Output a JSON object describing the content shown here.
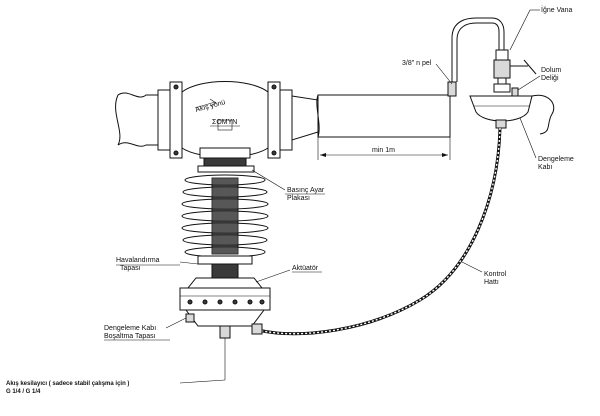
{
  "labels": {
    "igne_vana": "İğne Vana",
    "doldurma_deligi_1": "Dolum",
    "doldurma_deligi_2": "Deliği",
    "pel": "3/8\" n pel",
    "min_1m": "min 1m",
    "dengeleme_kabi_1": "Dengeleme",
    "dengeleme_kabi_2": "Kabı",
    "basinc_ayar_1": "Basınç Ayar",
    "basinc_ayar_2": "Plakası",
    "havalandirma_1": "Havalandırma",
    "havalandirma_2": "Tapası",
    "aktuator": "Aktüatör",
    "kontrol_hatti_1": "Kontrol",
    "kontrol_hatti_2": "Hattı",
    "dengeleme_kabi_bosaltma_1": "Dengeleme Kabı",
    "dengeleme_kabi_bosaltma_2": "Boşaltma Tapası",
    "akis_kesici_1": "Akış kesilayıcı ( sadece stabil çalışma için )",
    "akis_kesici_2": "G 1/4 / G 1/4",
    "valve_flow_text": "Akış yönü"
  }
}
